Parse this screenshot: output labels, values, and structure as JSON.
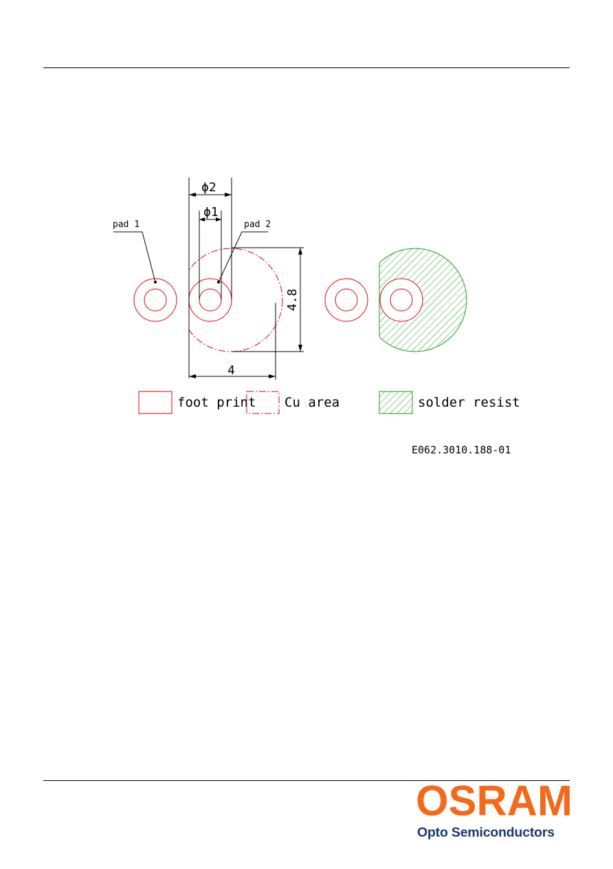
{
  "drawing": {
    "pad1_label": "pad 1",
    "pad2_label": "pad 2",
    "dim_phi2": "ϕ2",
    "dim_phi1": "ϕ1",
    "dim_height": "4.8",
    "dim_width": "4",
    "drawing_number": "E062.3010.188-01"
  },
  "legend": {
    "footprint": "foot print",
    "cu_area": "Cu area",
    "solder_resist": "solder resist"
  },
  "colors": {
    "footprint": "#e00000",
    "solder_resist": "#1a9a1a",
    "brand_orange": "#f26a1b",
    "brand_blue": "#1a3a6e"
  },
  "footer": {
    "brand": "OSRAM",
    "subtitle": "Opto Semiconductors"
  }
}
